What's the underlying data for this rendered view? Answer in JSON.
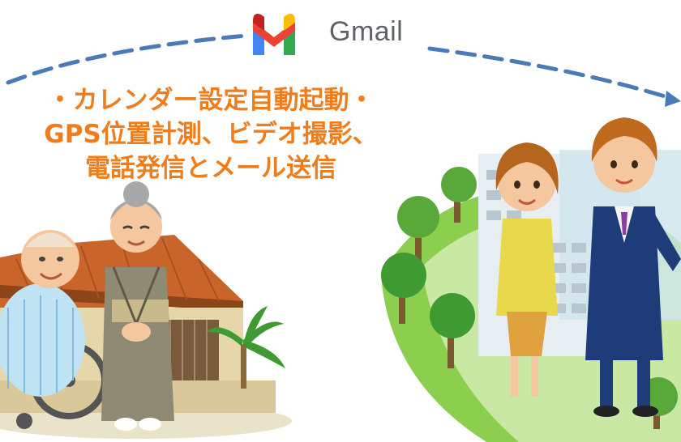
{
  "header": {
    "logo_icon": "gmail-logo-icon",
    "service_name": "Gmail"
  },
  "caption": {
    "line1": "・カレンダー設定自動起動・",
    "line2": "GPS位置計測、ビデオ撮影、",
    "line3": "電話発信とメール送信"
  },
  "colors": {
    "caption": "#f07d1c",
    "arrow": "#4a7ab8",
    "gmail_red": "#ea4335",
    "gmail_blue": "#4285f4",
    "gmail_green": "#34a853",
    "gmail_yellow": "#fbbc04"
  },
  "illustrations": {
    "left": "elderly-couple-house-illustration",
    "right": "family-building-illustration"
  }
}
